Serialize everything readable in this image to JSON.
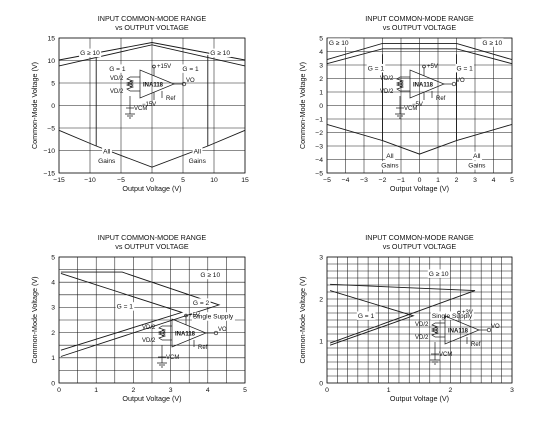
{
  "chart_data": [
    {
      "type": "line",
      "title": "INPUT COMMON-MODE RANGE",
      "subtitle": "vs OUTPUT VOLTAGE",
      "xlabel": "Output Voltage (V)",
      "ylabel": "Common-Mode Voltage (V)",
      "xlim": [
        -15,
        15
      ],
      "ylim": [
        -15,
        15
      ],
      "xticks": [
        -15,
        -10,
        -5,
        0,
        5,
        10,
        15
      ],
      "yticks": [
        -15,
        -10,
        -5,
        0,
        5,
        10,
        15
      ],
      "grid": true,
      "series": [
        {
          "x": [
            -15,
            0,
            15
          ],
          "y": [
            8.8,
            13.5,
            8.8
          ]
        },
        {
          "x": [
            -15,
            0,
            15
          ],
          "y": [
            10.1,
            14,
            10.1
          ]
        },
        {
          "x": [
            -15,
            -9,
            0,
            9,
            15
          ],
          "y": [
            -5.5,
            -9,
            -13.7,
            -9,
            -5.5
          ]
        },
        {
          "x": [
            -9,
            -9
          ],
          "y": [
            -9,
            11.2
          ]
        },
        {
          "x": [
            9,
            9
          ],
          "y": [
            -9,
            11.2
          ]
        }
      ],
      "annotations": [
        {
          "text": "G ≥ 10",
          "x": -11.6,
          "y": 11.2,
          "anchor": "start"
        },
        {
          "text": "G = 1",
          "x": -6.9,
          "y": 7.7,
          "anchor": "start"
        },
        {
          "text": "G ≥ 10",
          "x": 9.4,
          "y": 11.2,
          "anchor": "start"
        },
        {
          "text": "G = 1",
          "x": 4.9,
          "y": 7.7,
          "anchor": "start"
        },
        {
          "text": "All",
          "x": -7.3,
          "y": -10.7,
          "anchor": "middle"
        },
        {
          "text": "Gains",
          "x": -7.3,
          "y": -12.8,
          "anchor": "middle"
        },
        {
          "text": "All",
          "x": 7.3,
          "y": -10.7,
          "anchor": "middle"
        },
        {
          "text": "Gains",
          "x": 7.3,
          "y": -12.8,
          "anchor": "middle"
        }
      ],
      "inset": {
        "part": "INA118",
        "labels": [
          "+15V",
          "−15V",
          "VD/2",
          "VD/2",
          "VCM",
          "VO",
          "Ref"
        ]
      }
    },
    {
      "type": "line",
      "title": "INPUT COMMON-MODE RANGE",
      "subtitle": "vs OUTPUT VOLTAGE",
      "xlabel": "Output Voltage (V)",
      "ylabel": "Common-Mode Voltage (V)",
      "xlim": [
        -5,
        5
      ],
      "ylim": [
        -5,
        5
      ],
      "xticks": [
        -5,
        -4,
        -3,
        -2,
        -1,
        0,
        1,
        2,
        3,
        4,
        5
      ],
      "yticks": [
        -5,
        -4,
        -3,
        -2,
        -1,
        0,
        1,
        2,
        3,
        4,
        5
      ],
      "grid": true,
      "series": [
        {
          "x": [
            -5,
            -2,
            2,
            5
          ],
          "y": [
            3.1,
            4.2,
            4.2,
            3.1
          ]
        },
        {
          "x": [
            -5,
            -2,
            2,
            5
          ],
          "y": [
            3.4,
            4.6,
            4.6,
            3.4
          ]
        },
        {
          "x": [
            -5,
            -2,
            0,
            2,
            5
          ],
          "y": [
            -1.4,
            -2.6,
            -3.6,
            -2.6,
            -1.4
          ]
        },
        {
          "x": [
            -2,
            -2
          ],
          "y": [
            -2.6,
            3.8
          ]
        },
        {
          "x": [
            2,
            2
          ],
          "y": [
            -2.6,
            3.8
          ]
        }
      ],
      "annotations": [
        {
          "text": "G ≥ 10",
          "x": -4.9,
          "y": 4.5,
          "anchor": "start"
        },
        {
          "text": "G = 1",
          "x": -2.8,
          "y": 2.6,
          "anchor": "start"
        },
        {
          "text": "G ≥ 10",
          "x": 3.4,
          "y": 4.5,
          "anchor": "start"
        },
        {
          "text": "G = 1",
          "x": 2.0,
          "y": 2.6,
          "anchor": "start"
        },
        {
          "text": "All",
          "x": -1.6,
          "y": -3.9,
          "anchor": "middle"
        },
        {
          "text": "Gains",
          "x": -1.6,
          "y": -4.6,
          "anchor": "middle"
        },
        {
          "text": "All",
          "x": 3.1,
          "y": -3.9,
          "anchor": "middle"
        },
        {
          "text": "Gains",
          "x": 3.1,
          "y": -4.6,
          "anchor": "middle"
        }
      ],
      "inset": {
        "part": "INA118",
        "labels": [
          "+5V",
          "−5V",
          "VD/2",
          "VD/2",
          "VCM",
          "VO",
          "Ref"
        ]
      }
    },
    {
      "type": "line",
      "title": "INPUT COMMON-MODE RANGE",
      "subtitle": "vs OUTPUT VOLTAGE",
      "xlabel": "Output Voltage (V)",
      "ylabel": "Common-Mode Voltage (V)",
      "xlim": [
        0,
        5
      ],
      "ylim": [
        0,
        5
      ],
      "xticks": [
        0,
        1,
        2,
        3,
        4,
        5
      ],
      "yticks": [
        0,
        1,
        2,
        3,
        4,
        5
      ],
      "grid": true,
      "series": [
        {
          "x": [
            0.05,
            1.7,
            4.3,
            0.05
          ],
          "y": [
            4.4,
            4.4,
            3.1,
            1.05
          ]
        },
        {
          "x": [
            0.05,
            3.3,
            0.05
          ],
          "y": [
            4.35,
            2.8,
            1.3
          ]
        }
      ],
      "annotations": [
        {
          "text": "G ≥ 10",
          "x": 3.8,
          "y": 4.2,
          "anchor": "start"
        },
        {
          "text": "G = 2",
          "x": 3.6,
          "y": 3.1,
          "anchor": "start"
        },
        {
          "text": "G = 1",
          "x": 1.55,
          "y": 2.95,
          "anchor": "start"
        },
        {
          "text": "Single Supply",
          "x": 3.6,
          "y": 2.55,
          "anchor": "start"
        }
      ],
      "inset": {
        "part": "INA118",
        "labels": [
          "+5V",
          "VD/2",
          "VD/2",
          "VCM",
          "VO",
          "Ref"
        ]
      }
    },
    {
      "type": "line",
      "title": "INPUT COMMON-MODE RANGE",
      "subtitle": "vs OUTPUT VOLTAGE",
      "xlabel": "Output Voltage (V)",
      "ylabel": "Common-Mode Voltage (V)",
      "xlim": [
        0,
        3
      ],
      "ylim": [
        0,
        3
      ],
      "xticks": [
        0,
        1,
        2,
        3
      ],
      "yticks": [
        0,
        1,
        2,
        3
      ],
      "grid": true,
      "series": [
        {
          "x": [
            0.05,
            2.4,
            0.05
          ],
          "y": [
            2.35,
            2.2,
            0.95
          ]
        },
        {
          "x": [
            0.05,
            1.4,
            0.05
          ],
          "y": [
            2.2,
            1.6,
            0.9
          ]
        }
      ],
      "annotations": [
        {
          "text": "G ≥ 10",
          "x": 1.65,
          "y": 2.55,
          "anchor": "start"
        },
        {
          "text": "G = 1",
          "x": 0.5,
          "y": 1.55,
          "anchor": "start"
        },
        {
          "text": "Single Supply",
          "x": 1.7,
          "y": 1.55,
          "anchor": "start"
        }
      ],
      "inset": {
        "part": "INA118",
        "labels": [
          "+3V",
          "VD/2",
          "VD/2",
          "VCM",
          "VO",
          "Ref"
        ]
      }
    }
  ]
}
